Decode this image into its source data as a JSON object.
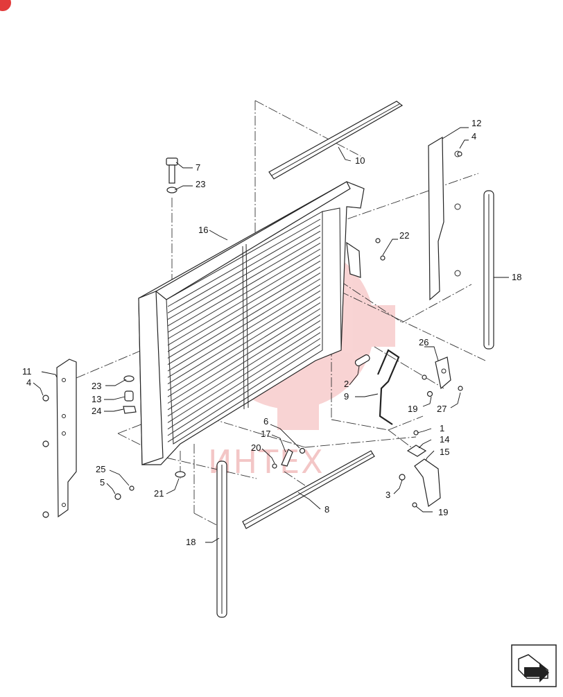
{
  "diagram": {
    "watermark": "ИНТЕХ",
    "brand_color": "#e23b3b",
    "callouts": [
      "1",
      "2",
      "3",
      "4",
      "4",
      "5",
      "6",
      "7",
      "8",
      "9",
      "10",
      "11",
      "12",
      "13",
      "14",
      "15",
      "16",
      "17",
      "18",
      "18",
      "19",
      "19",
      "20",
      "21",
      "22",
      "23",
      "23",
      "24",
      "25",
      "26",
      "27"
    ],
    "nav_icon": "arrow-next-page-icon"
  }
}
